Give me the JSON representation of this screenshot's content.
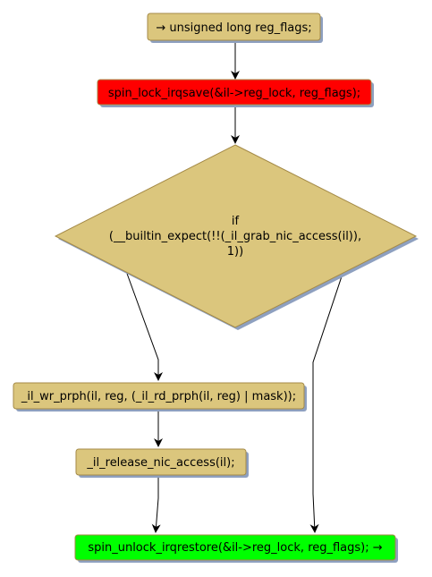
{
  "colors": {
    "action_fill": "#dbc67d",
    "action_stroke": "#a48a47",
    "highlight_red": "#ff0000",
    "highlight_green": "#00ff00",
    "shadow": "#8ea0c0",
    "edge": "#000000"
  },
  "nodes": {
    "start": {
      "label": "→ unsigned long reg_flags;"
    },
    "lock": {
      "label": "spin_lock_irqsave(&il->reg_lock, reg_flags);"
    },
    "decision": {
      "line1": "if",
      "line2": "(__builtin_expect(!!(_il_grab_nic_access(il)),",
      "line3": "1))"
    },
    "write": {
      "label": "_il_wr_prph(il, reg, (_il_rd_prph(il, reg) | mask));"
    },
    "release": {
      "label": "_il_release_nic_access(il);"
    },
    "unlock": {
      "label": "spin_unlock_irqrestore(&il->reg_lock, reg_flags); →"
    }
  }
}
